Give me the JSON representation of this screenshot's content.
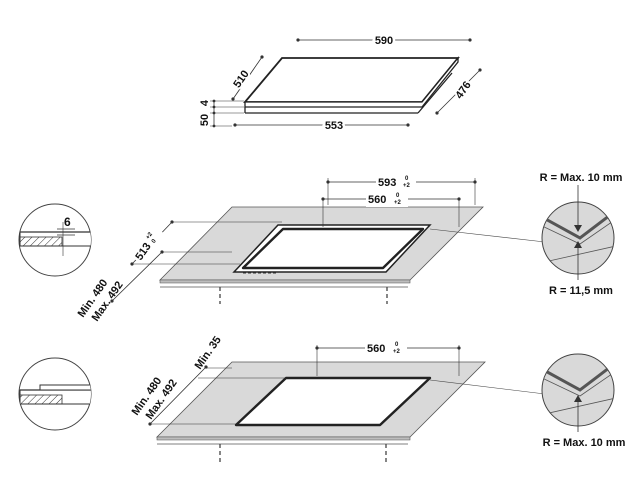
{
  "top": {
    "width": "590",
    "depth_back": "510",
    "depth_side": "476",
    "width_bottom": "553",
    "thickness": "4",
    "height": "50"
  },
  "mid": {
    "cut_width": "593",
    "cut_width_tol": "+2",
    "cut_width_tol0": "0",
    "inner_width": "560",
    "inner_width_tol": "+2",
    "inner_width_tol0": "0",
    "cut_depth": "513",
    "cut_depth_tol": "+2",
    "cut_depth_tol0": "0",
    "min_depth": "Min. 480",
    "max_depth": "Max. 492",
    "detail_thickness": "6",
    "radius_max": "R = Max. 10 mm",
    "radius_fixed": "R = 11,5 mm"
  },
  "bottom": {
    "inner_width": "560",
    "inner_width_tol": "+2",
    "inner_width_tol0": "0",
    "min_depth": "Min. 480",
    "max_depth": "Max. 492",
    "min_front": "Min. 35",
    "radius_max": "R = Max. 10 mm"
  }
}
